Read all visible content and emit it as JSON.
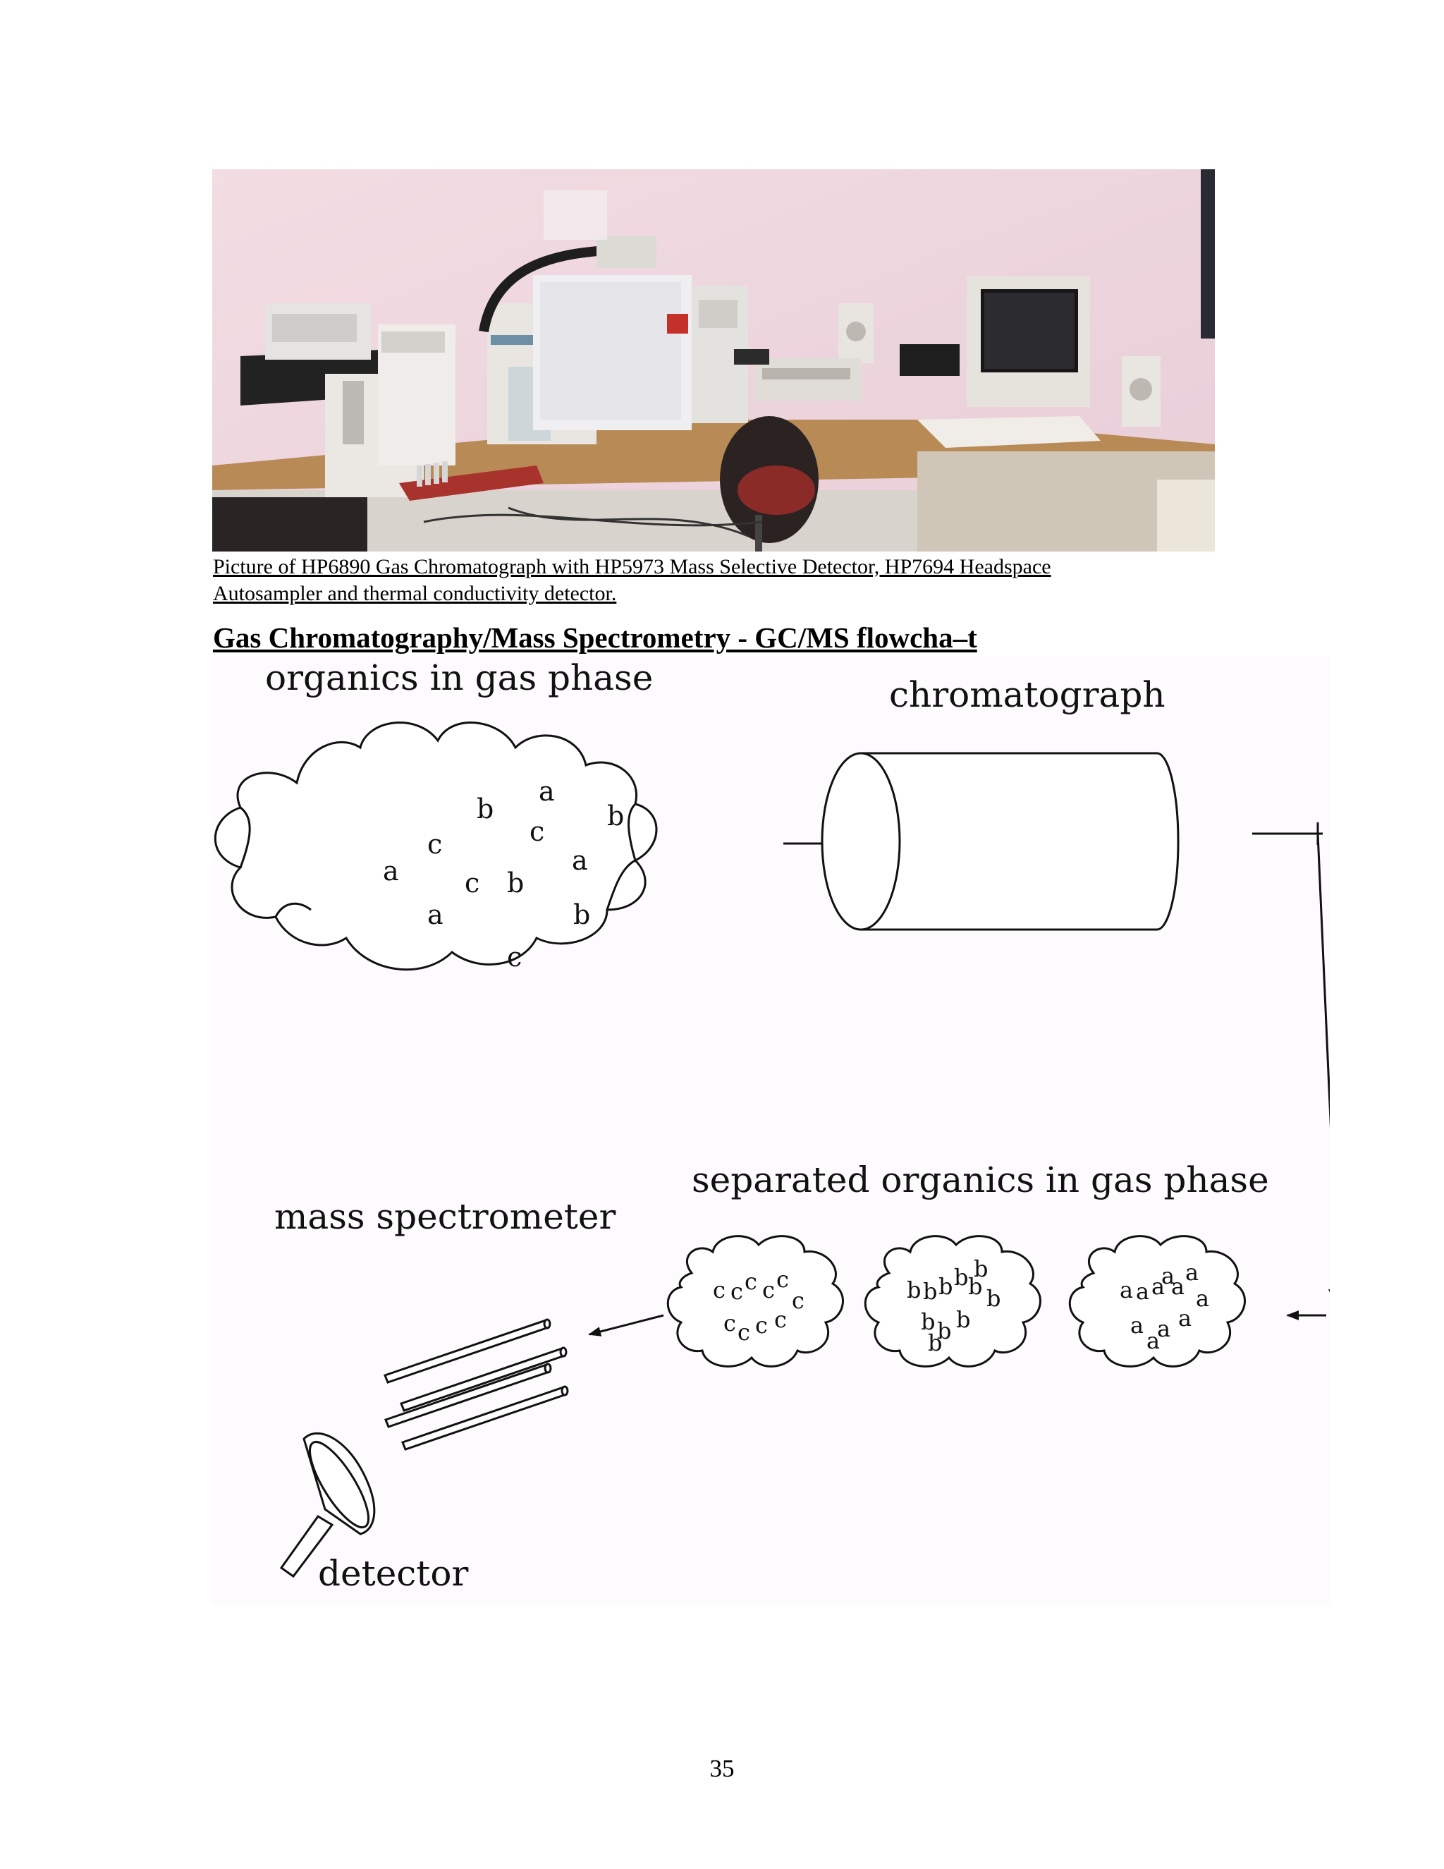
{
  "photo": {
    "description_icon": "lab-photo-icon"
  },
  "caption": {
    "line1": "Picture of HP6890 Gas Chromatograph with HP5973 Mass Selective Detector, HP7694 Headspace ",
    "line2": "Autosampler and thermal conductivity detector."
  },
  "heading": "Gas Chromatography/Mass Spectrometry - GC/MS flowcha–t",
  "flowchart": {
    "label_gas_phase": "organics in gas phase",
    "label_chromatograph": "chromatograph",
    "label_separated": "separated organics in gas phase",
    "label_mass_spec": "mass spectrometer",
    "label_detector": "detector",
    "cloud_letters": [
      "b",
      "a",
      "c",
      "b",
      "c",
      "a",
      "a",
      "c",
      "b",
      "a",
      "b",
      "c"
    ],
    "cloud_c_letters": [
      "c",
      "c",
      "c",
      "c",
      "c",
      "c",
      "c",
      "c",
      "c",
      "c"
    ],
    "cloud_b_letters": [
      "b",
      "b",
      "b",
      "b",
      "b",
      "b",
      "b",
      "b",
      "b",
      "b",
      "b"
    ],
    "cloud_a_letters": [
      "a",
      "a",
      "a",
      "a",
      "a",
      "a",
      "a",
      "a",
      "a",
      "a",
      "a"
    ]
  },
  "page_number": "35"
}
